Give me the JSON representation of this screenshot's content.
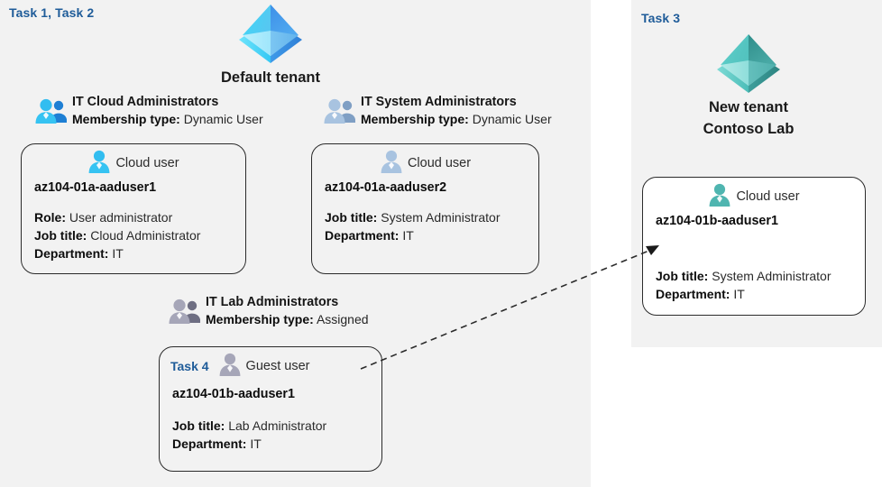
{
  "panels": {
    "default_tenant": {
      "task_label": "Task 1, Task 2",
      "tenant_name": "Default tenant",
      "tenant_icon": "azure-ad-tenant-icon-blue"
    },
    "new_tenant": {
      "task_label": "Task 3",
      "tenant_name_line1": "New  tenant",
      "tenant_name_line2": "Contoso Lab",
      "tenant_icon": "azure-ad-tenant-icon-teal"
    }
  },
  "groups": [
    {
      "id": "it-cloud-administrators",
      "icon": "group-users-icon-blue",
      "title": "IT Cloud Administrators",
      "membership_label": "Membership type:",
      "membership_value": "Dynamic User"
    },
    {
      "id": "it-system-administrators",
      "icon": "group-users-icon-lightblue",
      "title": "IT System Administrators",
      "membership_label": "Membership type:",
      "membership_value": "Dynamic User"
    },
    {
      "id": "it-lab-administrators",
      "icon": "group-users-icon-gray",
      "title": "IT Lab Administrators",
      "membership_label": "Membership type:",
      "membership_value": "Assigned"
    }
  ],
  "cards": [
    {
      "id": "az104-01a-aaduser1",
      "task_inline": "",
      "user_icon": "cloud-user-icon-blue",
      "user_type": "Cloud user",
      "upn": "az104-01a-aaduser1",
      "props": [
        {
          "label": "Role:",
          "value": "User administrator"
        },
        {
          "label": "Job title:",
          "value": "Cloud Administrator"
        },
        {
          "label": "Department:",
          "value": "IT"
        }
      ]
    },
    {
      "id": "az104-01a-aaduser2",
      "task_inline": "",
      "user_icon": "cloud-user-icon-lightblue",
      "user_type": "Cloud user",
      "upn": "az104-01a-aaduser2",
      "props": [
        {
          "label": "Job title:",
          "value": "System Administrator"
        },
        {
          "label": "Department:",
          "value": "IT"
        }
      ]
    },
    {
      "id": "az104-01b-aaduser1-guest",
      "task_inline": "Task 4",
      "user_icon": "guest-user-icon-gray",
      "user_type": "Guest user",
      "upn": "az104-01b-aaduser1",
      "props": [
        {
          "label": "Job title:",
          "value": "Lab Administrator"
        },
        {
          "label": "Department:",
          "value": "IT"
        }
      ]
    },
    {
      "id": "az104-01b-aaduser1-cloud",
      "task_inline": "",
      "user_icon": "cloud-user-icon-teal",
      "user_type": "Cloud user",
      "upn": "az104-01b-aaduser1",
      "props": [
        {
          "label": "Job title:",
          "value": "System Administrator"
        },
        {
          "label": "Department:",
          "value": "IT"
        }
      ]
    }
  ],
  "connector": {
    "name": "guest-invite-arrow",
    "style": "dashed-arrow"
  },
  "colors": {
    "panel_background": "#f2f2f2",
    "task_accent": "#1f5c99",
    "card_border": "#2b2b2b",
    "tenant_blue": "#32b2ea",
    "tenant_teal": "#4fb5b0",
    "text_bold": "#0d0d0d",
    "text_normal": "#2a2a2a"
  }
}
